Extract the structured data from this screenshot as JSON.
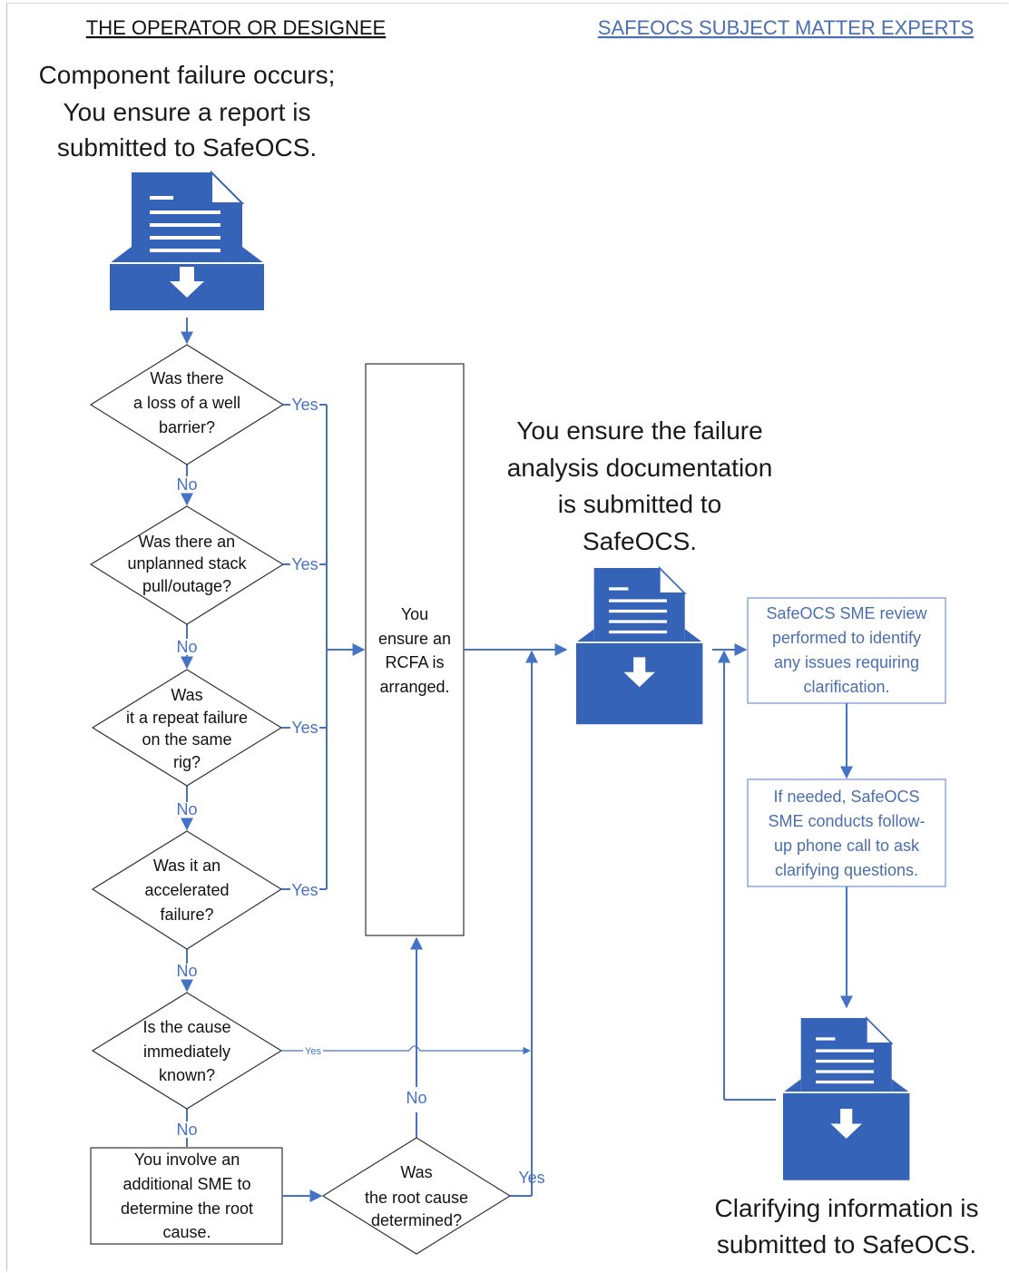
{
  "headers": {
    "left": "THE OPERATOR OR DESIGNEE",
    "right": "SAFEOCS SUBJECT MATTER EXPERTS"
  },
  "start_text": [
    "Component failure occurs;",
    "You ensure a report is",
    "submitted to SafeOCS."
  ],
  "decisions": {
    "loss_barrier": [
      "Was there",
      "a loss of a well",
      "barrier?"
    ],
    "stack_pull": [
      "Was there an",
      "unplanned stack",
      "pull/outage?"
    ],
    "repeat_failure": [
      "Was",
      "it a repeat failure",
      "on the same",
      "rig?"
    ],
    "accelerated": [
      "Was it an",
      "accelerated",
      "failure?"
    ],
    "cause_known": [
      "Is the cause",
      "immediately",
      "known?"
    ],
    "root_cause": [
      "Was",
      "the root cause",
      "determined?"
    ]
  },
  "labels": {
    "yes": "Yes",
    "no": "No"
  },
  "rcfa_box": [
    "You",
    "ensure an",
    "RCFA is",
    "arranged."
  ],
  "sme_involve_box": [
    "You involve an",
    "additional SME to",
    "determine the root",
    "cause."
  ],
  "analysis_text": [
    "You ensure the failure",
    "analysis documentation",
    "is submitted to",
    "SafeOCS."
  ],
  "sme_review_box": [
    "SafeOCS SME review",
    "performed to identify",
    "any issues requiring",
    "clarification."
  ],
  "sme_followup_box": [
    "If needed, SafeOCS",
    "SME conducts follow-",
    "up phone call to ask",
    "clarifying questions."
  ],
  "clarify_text": [
    "Clarifying information is",
    "submitted to SafeOCS."
  ],
  "icons": [
    "document-submit-icon",
    "document-submit-icon",
    "document-submit-icon"
  ],
  "colors": {
    "accent": "#4472c4",
    "icon_fill": "#3563b8"
  }
}
